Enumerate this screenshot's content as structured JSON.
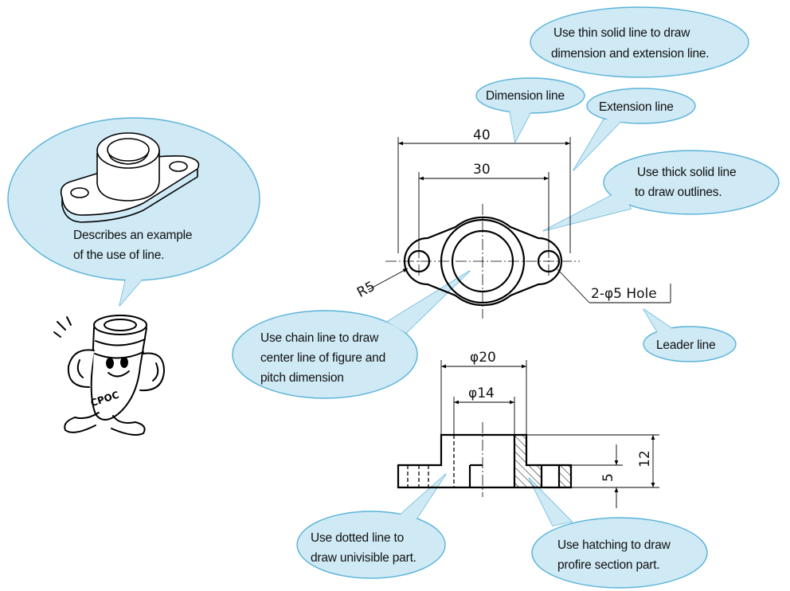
{
  "bubbles": {
    "describes": [
      "Describes an example",
      "of the use of line."
    ],
    "thin_solid": [
      "Use thin solid line to draw",
      "dimension and extension line."
    ],
    "dimension_line": "Dimension line",
    "extension_line": "Extension line",
    "thick_solid": [
      "Use thick solid line",
      "to draw outlines."
    ],
    "chain_line": [
      "Use chain line to draw",
      "center line of figure and",
      "pitch dimension"
    ],
    "leader_line": "Leader line",
    "dotted_line": [
      "Use dotted line to",
      "draw univisible part."
    ],
    "hatching": [
      "Use hatching to draw",
      "profire section part."
    ]
  },
  "dimensions": {
    "overall_width": "40",
    "pitch": "30",
    "radius": "R5",
    "hole_callout": "2-φ5 Hole",
    "boss_outer": "φ20",
    "boss_inner": "φ14",
    "total_height": "12",
    "flange_height": "5"
  },
  "mascot": {
    "badge": "CPOC"
  },
  "colors": {
    "bubble_fill": "#cfe9f5",
    "bubble_stroke": "#5ab3d8",
    "line": "#000000"
  }
}
